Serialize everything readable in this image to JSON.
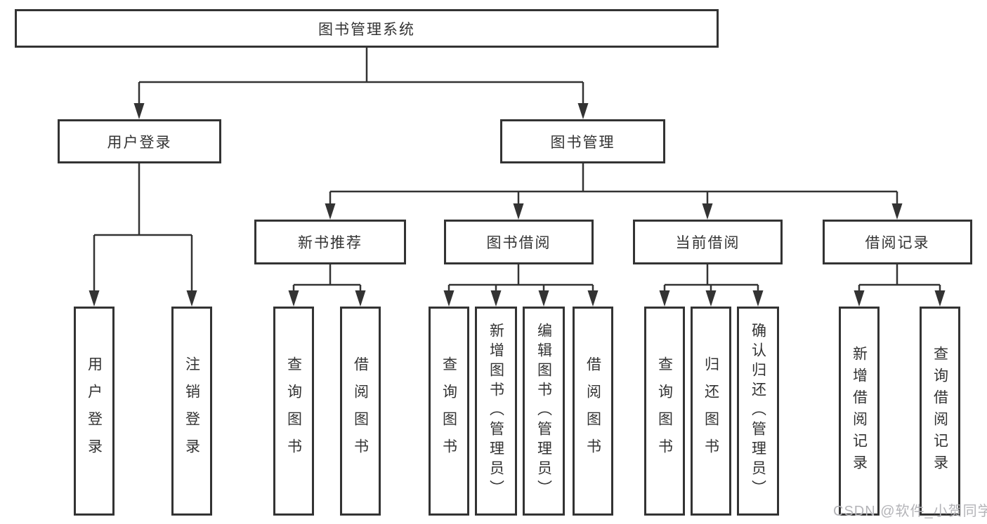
{
  "tree": {
    "root": {
      "label": "图书管理系统"
    },
    "level2": [
      {
        "label": "用户登录",
        "leaves": [
          {
            "label": "用户登录"
          },
          {
            "label": "注销登录"
          }
        ]
      },
      {
        "label": "图书管理",
        "groups": [
          {
            "label": "新书推荐",
            "leaves": [
              {
                "label": "查询图书"
              },
              {
                "label": "借阅图书"
              }
            ]
          },
          {
            "label": "图书借阅",
            "leaves": [
              {
                "label": "查询图书"
              },
              {
                "label": "新增图书（管理员）"
              },
              {
                "label": "编辑图书（管理员）"
              },
              {
                "label": "借阅图书"
              }
            ]
          },
          {
            "label": "当前借阅",
            "leaves": [
              {
                "label": "查询图书"
              },
              {
                "label": "归还图书"
              },
              {
                "label": "确认归还（管理员）"
              }
            ]
          },
          {
            "label": "借阅记录",
            "leaves": [
              {
                "label": "新增借阅记录"
              },
              {
                "label": "查询借阅记录"
              }
            ]
          }
        ]
      }
    ]
  },
  "watermark": {
    "text": "CSDN @软件_小贺同学"
  },
  "colors": {
    "line": "#333333",
    "box_border": "#333333",
    "box_fill": "#ffffff",
    "text": "#333333",
    "watermark": "#b4b4b8"
  }
}
